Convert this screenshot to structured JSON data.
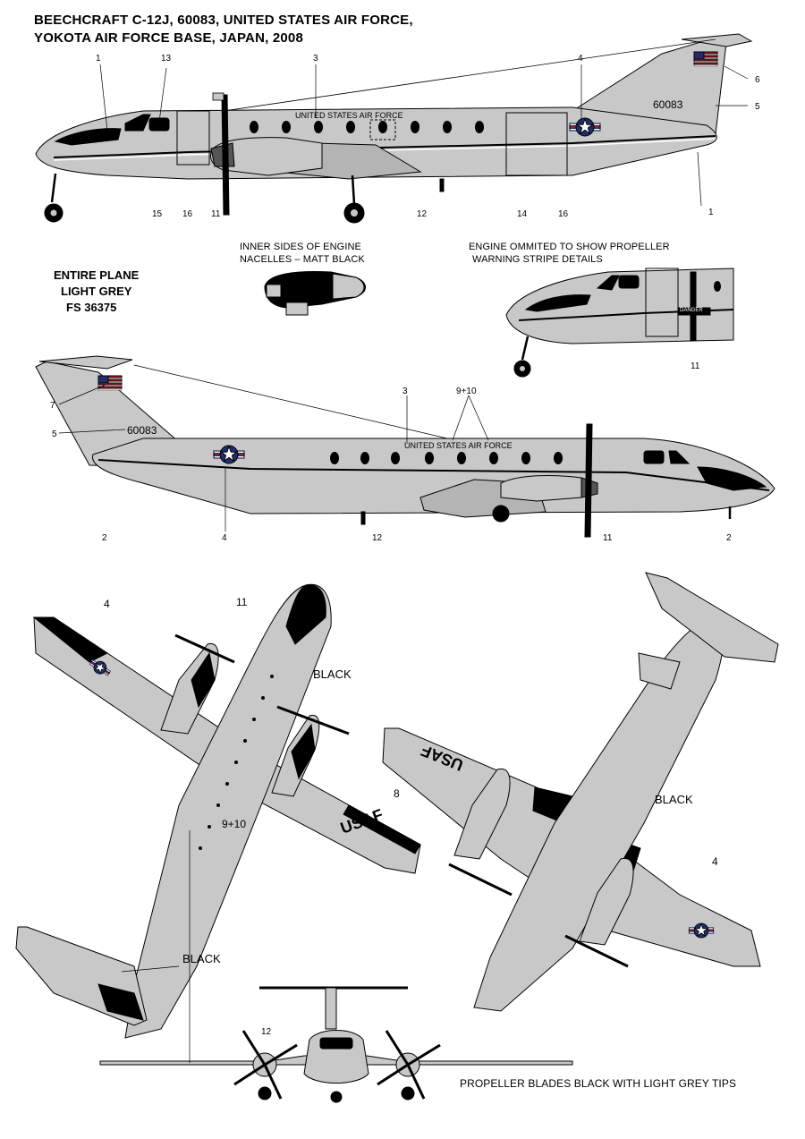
{
  "title": {
    "line1": "BEECHCRAFT C-12J, 60083, UNITED STATES AIR FORCE,",
    "line2": "YOKOTA AIR FORCE BASE, JAPAN, 2008"
  },
  "notes": {
    "nacelle_line1": "INNER SIDES OF ENGINE",
    "nacelle_line2": "NACELLES – MATT BLACK",
    "engine_line1": "ENGINE OMMITED TO SHOW PROPELLER",
    "engine_line2": "WARNING STRIPE DETAILS",
    "entire_line1": "ENTIRE PLANE",
    "entire_line2": "LIGHT GREY",
    "entire_line3": "FS 36375",
    "propeller": "PROPELLER BLADES BLACK WITH LIGHT GREY TIPS"
  },
  "markings": {
    "fuselage_text": "UNITED STATES AIR FORCE",
    "serial": "60083",
    "wing_text": "USAF",
    "danger": "DANGER"
  },
  "labels": {
    "black": "BLACK",
    "c1": "1",
    "c2": "2",
    "c3": "3",
    "c4": "4",
    "c5": "5",
    "c6": "6",
    "c7": "7",
    "c8": "8",
    "c11": "11",
    "c12": "12",
    "c13": "13",
    "c14": "14",
    "c15": "15",
    "c16": "16",
    "c910": "9+10"
  },
  "colors": {
    "light_grey": "#c8c8c8",
    "grey_shade": "#b4b4b4",
    "black": "#000000",
    "roundel_blue": "#1f2f6e",
    "flag_red": "#d31f2b"
  }
}
